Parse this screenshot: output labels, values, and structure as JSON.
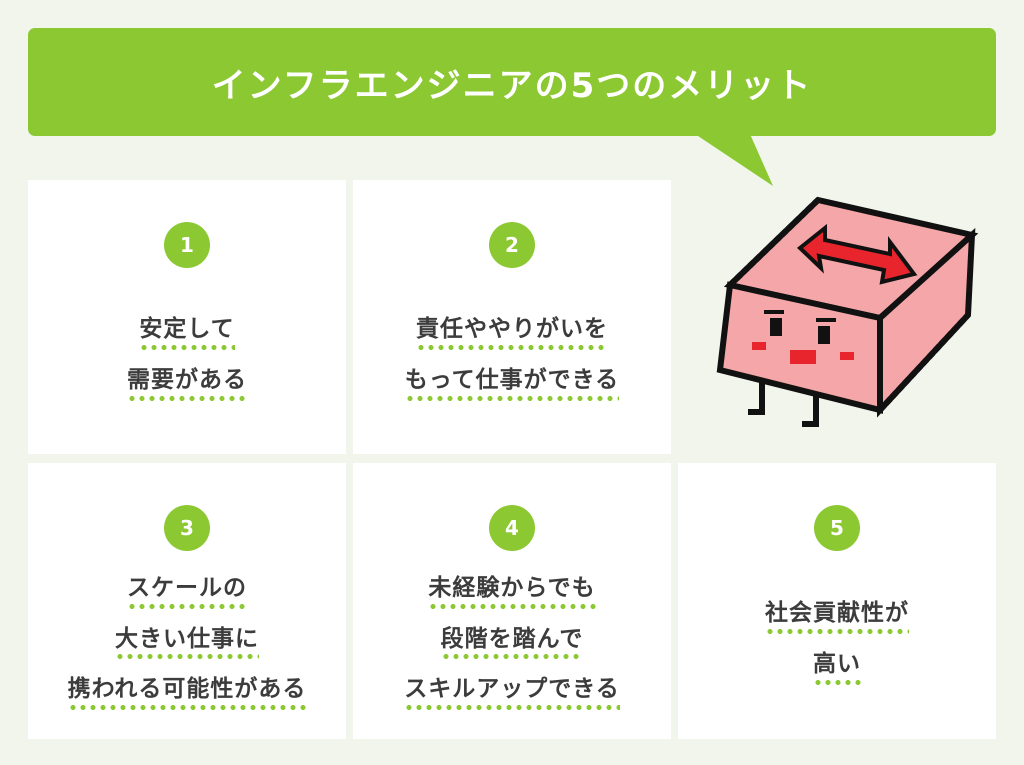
{
  "title": "インフラエンジニアの5つのメリット",
  "colors": {
    "accent": "#8cc832",
    "background": "#f1f5ec",
    "mascot": "#f4a6a8",
    "arrow": "#e8242c"
  },
  "cards": [
    {
      "number": "1",
      "lines": [
        "安定して",
        "需要がある"
      ]
    },
    {
      "number": "2",
      "lines": [
        "責任ややりがいを",
        "もって仕事ができる"
      ]
    },
    {
      "number": "3",
      "lines": [
        "スケールの",
        "大きい仕事に",
        "携われる可能性がある"
      ]
    },
    {
      "number": "4",
      "lines": [
        "未経験からでも",
        "段階を踏んで",
        "スキルアップできる"
      ]
    },
    {
      "number": "5",
      "lines": [
        "社会貢献性が",
        "高い"
      ]
    }
  ]
}
